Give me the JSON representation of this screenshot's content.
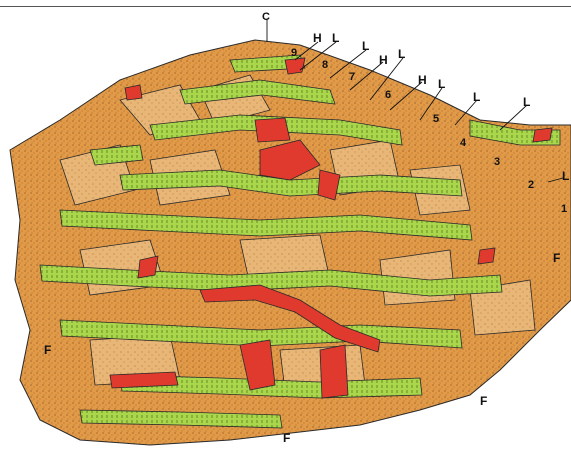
{
  "labels": {
    "center": "C",
    "levels": [
      "1",
      "2",
      "3",
      "4",
      "5",
      "6",
      "7",
      "8",
      "9"
    ],
    "h": "H",
    "l": "L",
    "f": "F"
  },
  "colors": {
    "terrace_green": "#a9d64a",
    "terrace_yellow": "#d7e85a",
    "plate_orange": "#d98a3a",
    "plate_tan": "#e6b070",
    "plate_red": "#e03a2e",
    "edge": "#2a2a2a"
  }
}
